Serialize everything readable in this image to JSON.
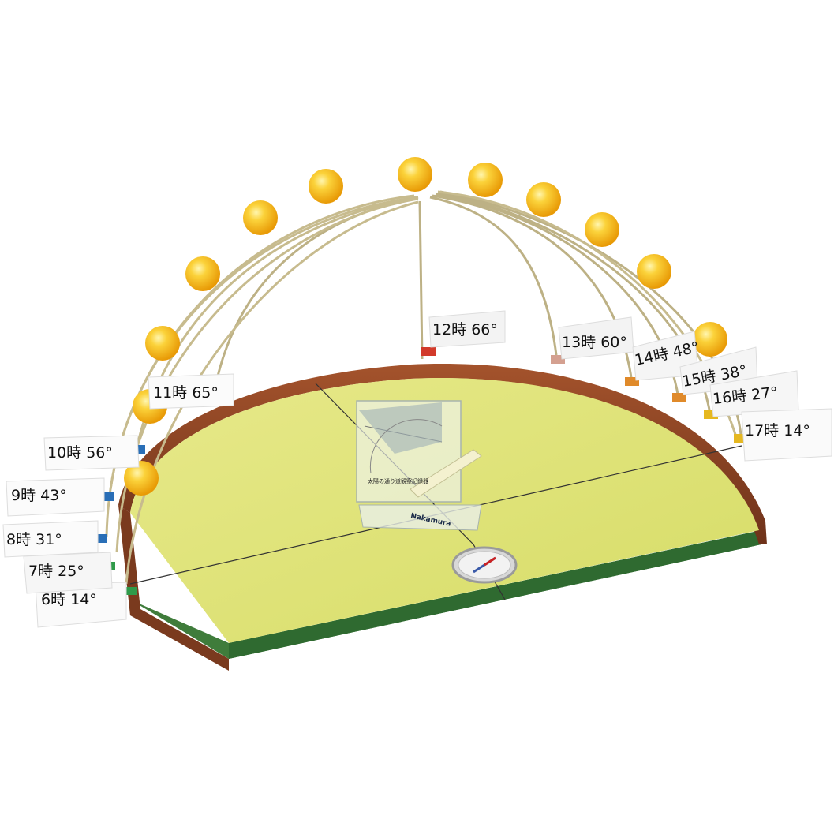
{
  "scene": {
    "palette": {
      "background": "#ffffff",
      "board_top": "#e2e47a",
      "board_edge": "#3e7a3a",
      "rim": "#8e4424",
      "sun_ball": "#f7b711",
      "wire": "#b9ad80"
    }
  },
  "hour_tags": [
    {
      "id": "6",
      "label": "6時 14°"
    },
    {
      "id": "7",
      "label": "7時 25°"
    },
    {
      "id": "8",
      "label": "8時 31°"
    },
    {
      "id": "9",
      "label": "9時 43°"
    },
    {
      "id": "10",
      "label": "10時 56°"
    },
    {
      "id": "11",
      "label": "11時 65°"
    },
    {
      "id": "12",
      "label": "12時 66°"
    },
    {
      "id": "13",
      "label": "13時 60°"
    },
    {
      "id": "14",
      "label": "14時 48°"
    },
    {
      "id": "15",
      "label": "15時 38°"
    },
    {
      "id": "16",
      "label": "16時 27°"
    },
    {
      "id": "17",
      "label": "17時 14°"
    }
  ],
  "tool": {
    "title": "太陽の通り道観察記録器",
    "brand": "Nakamura"
  }
}
